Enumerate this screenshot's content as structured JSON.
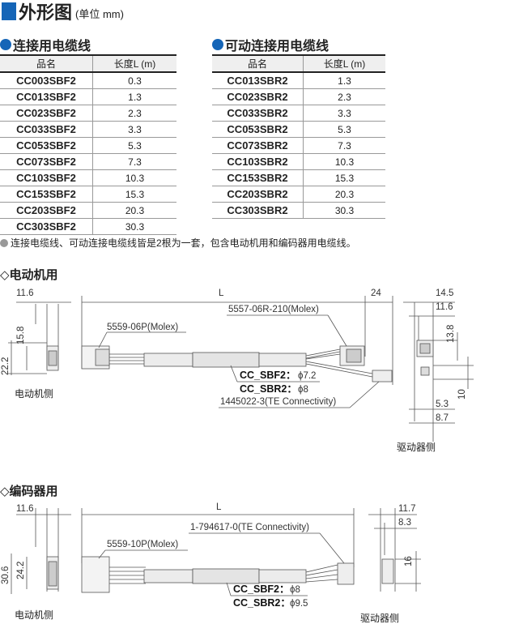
{
  "title": {
    "main": "外形图",
    "unit": "(单位 mm)"
  },
  "table_left": {
    "heading": "连接用电缆线",
    "col_name": "品名",
    "col_length": "长度L (m)",
    "rows": [
      [
        "CC003SBF2",
        "0.3"
      ],
      [
        "CC013SBF2",
        "1.3"
      ],
      [
        "CC023SBF2",
        "2.3"
      ],
      [
        "CC033SBF2",
        "3.3"
      ],
      [
        "CC053SBF2",
        "5.3"
      ],
      [
        "CC073SBF2",
        "7.3"
      ],
      [
        "CC103SBF2",
        "10.3"
      ],
      [
        "CC153SBF2",
        "15.3"
      ],
      [
        "CC203SBF2",
        "20.3"
      ],
      [
        "CC303SBF2",
        "30.3"
      ]
    ]
  },
  "table_right": {
    "heading": "可动连接用电缆线",
    "col_name": "品名",
    "col_length": "长度L (m)",
    "rows": [
      [
        "CC013SBR2",
        "1.3"
      ],
      [
        "CC023SBR2",
        "2.3"
      ],
      [
        "CC033SBR2",
        "3.3"
      ],
      [
        "CC053SBR2",
        "5.3"
      ],
      [
        "CC073SBR2",
        "7.3"
      ],
      [
        "CC103SBR2",
        "10.3"
      ],
      [
        "CC153SBR2",
        "15.3"
      ],
      [
        "CC203SBR2",
        "20.3"
      ],
      [
        "CC303SBR2",
        "30.3"
      ]
    ]
  },
  "note": "连接电缆线、可动连接电缆线皆是2根为一套，包含电动机用和编码器用电缆线。",
  "motor": {
    "heading": "◇电动机用",
    "dim_width": "11.6",
    "dim_h1": "15.8",
    "dim_h2": "22.2",
    "dim_L": "L",
    "dim_24": "24",
    "conn_motor": "5559-06P(Molex)",
    "conn_driver": "5557-06R-210(Molex)",
    "sbf2": "CC_SBF2：",
    "sbf2_d": "ϕ7.2",
    "sbr2": "CC_SBR2：",
    "sbr2_d": "ϕ8",
    "conn_te": "1445022-3(TE Connectivity)",
    "motor_side": "电动机侧",
    "driver_side": "驱动器侧",
    "d145": "14.5",
    "d116": "11.6",
    "d138": "13.8",
    "d10": "10",
    "d53": "5.3",
    "d87": "8.7"
  },
  "encoder": {
    "heading": "◇编码器用",
    "dim_width": "11.6",
    "dim_h1": "24.2",
    "dim_h2": "30.6",
    "dim_L": "L",
    "conn_motor": "5559-10P(Molex)",
    "conn_driver": "1-794617-0(TE Connectivity)",
    "sbf2": "CC_SBF2：",
    "sbf2_d": "ϕ8",
    "sbr2": "CC_SBR2：",
    "sbr2_d": "ϕ9.5",
    "motor_side": "电动机侧",
    "driver_side": "驱动器侧",
    "d117": "11.7",
    "d83": "8.3",
    "d16": "16"
  }
}
